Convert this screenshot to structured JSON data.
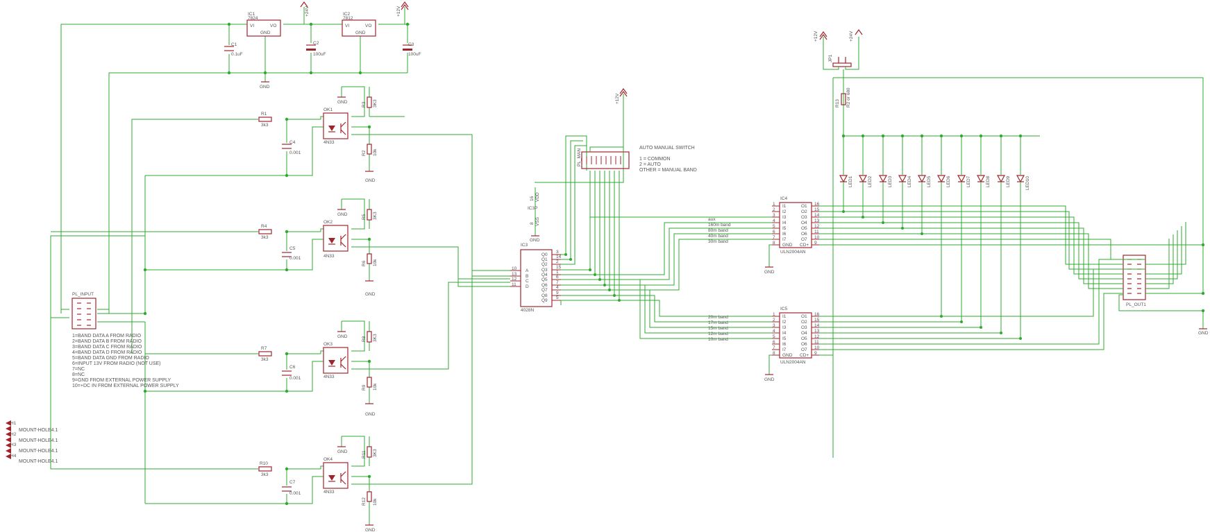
{
  "colors": {
    "wire": "#2faa2f",
    "part": "#a0242c",
    "text": "#555555",
    "background": "#ffffff"
  },
  "regulators": [
    {
      "name": "IC1",
      "value": "7824",
      "pin_in": "VI",
      "pin_out": "VO",
      "pin_gnd": "GND"
    },
    {
      "name": "IC2",
      "value": "7812",
      "pin_in": "VI",
      "pin_out": "VO",
      "pin_gnd": "GND"
    }
  ],
  "caps_power": [
    {
      "name": "C1",
      "value": "0.1uF"
    },
    {
      "name": "C2",
      "value": "100uF"
    },
    {
      "name": "C3",
      "value": "100uF"
    }
  ],
  "supplies": {
    "v24": "+24V",
    "v12": "+12V",
    "gnd": "GND"
  },
  "opto_channels": [
    {
      "r_in": "R1",
      "r_in_val": "3k3",
      "cap": "C4",
      "cap_val": "0.001",
      "opto": "OK1",
      "opto_val": "4N33",
      "r_pull": "R3",
      "r_pull_val": "3K3",
      "r_out": "R2",
      "r_out_val": "10k"
    },
    {
      "r_in": "R4",
      "r_in_val": "3k3",
      "cap": "C5",
      "cap_val": "0.001",
      "opto": "OK2",
      "opto_val": "4N33",
      "r_pull": "R5",
      "r_pull_val": "3K3",
      "r_out": "R6",
      "r_out_val": "10k"
    },
    {
      "r_in": "R7",
      "r_in_val": "3k3",
      "cap": "C6",
      "cap_val": "0.001",
      "opto": "OK3",
      "opto_val": "4N33",
      "r_pull": "R8",
      "r_pull_val": "3K3",
      "r_out": "R9",
      "r_out_val": "10k"
    },
    {
      "r_in": "R10",
      "r_in_val": "3k3",
      "cap": "C7",
      "cap_val": "0.001",
      "opto": "OK4",
      "opto_val": "4N33",
      "r_pull": "R11",
      "r_pull_val": "3K3",
      "r_out": "R12",
      "r_out_val": "10k"
    }
  ],
  "decoder": {
    "name": "IC3",
    "value": "4028N",
    "power_name": "IC3P",
    "inputs": [
      "A",
      "B",
      "C",
      "D"
    ],
    "input_pins": [
      "10",
      "13",
      "12",
      "11"
    ],
    "outputs": [
      "Q0",
      "Q1",
      "Q2",
      "Q3",
      "Q4",
      "Q5",
      "Q6",
      "Q7",
      "Q8",
      "Q9"
    ],
    "output_pins": [
      "3",
      "14",
      "2",
      "15",
      "1",
      "6",
      "7",
      "4",
      "9",
      "5"
    ],
    "vdd": "VDD",
    "vss": "VSS",
    "vdd_pin": "16",
    "vss_pin": "8"
  },
  "switch": {
    "name": "PL_MAN",
    "title": "AUTO MANUAL SWITCH",
    "notes": [
      "1 = COMMON",
      "2 = AUTO",
      "OTHER = MANUAL BAND"
    ]
  },
  "input_connector": {
    "name": "PL_INPUT",
    "notes": [
      "1=BAND DATA A FROM RADIO",
      "2=BAND DATA B FROM RADIO",
      "3=BAND DATA C FROM RADIO",
      "4=BAND DATA D FROM RADIO",
      "5=BAND DATA GND FROM RADIO",
      "6=INPUT 13V FROM RADIO (NOT USE)",
      "7=NC",
      "8=NC",
      "9=GND FROM EXTERNAL POWER SUPPLY",
      "10=+DC IN FROM EXTERNAL POWER SUPPLY"
    ]
  },
  "drivers": [
    {
      "name": "ULN2004AN",
      "ref": "IC4",
      "in_pins": [
        "I1",
        "I2",
        "I3",
        "I4",
        "I5",
        "I6",
        "I7",
        "GND"
      ],
      "out_pins": [
        "O1",
        "O2",
        "O3",
        "O4",
        "O5",
        "O6",
        "O7",
        "CD+"
      ],
      "left_numbers": [
        "1",
        "2",
        "3",
        "4",
        "5",
        "6",
        "7",
        "8"
      ],
      "right_numbers": [
        "16",
        "15",
        "14",
        "13",
        "12",
        "11",
        "10",
        "9"
      ],
      "bands": [
        "aux",
        "160m band",
        "80m band",
        "40m band",
        "30m band"
      ]
    },
    {
      "name": "ULN2004AN",
      "ref": "IC5",
      "in_pins": [
        "I1",
        "I2",
        "I3",
        "I4",
        "I5",
        "I6",
        "I7",
        "GND"
      ],
      "out_pins": [
        "O1",
        "O2",
        "O3",
        "O4",
        "O5",
        "O6",
        "O7",
        "CD+"
      ],
      "left_numbers": [
        "1",
        "2",
        "3",
        "4",
        "5",
        "6",
        "7",
        "8"
      ],
      "right_numbers": [
        "16",
        "15",
        "14",
        "13",
        "12",
        "11",
        "10",
        "9"
      ],
      "bands": [
        "20m band",
        "17m band",
        "15m band",
        "12m band",
        "10m band"
      ]
    }
  ],
  "leds": [
    "LED1",
    "LED2",
    "LED3",
    "LED4",
    "LED5",
    "LED6",
    "LED7",
    "LED8",
    "LED9",
    "LED10"
  ],
  "led_resistor": {
    "name": "R13",
    "value": "R2 or 680"
  },
  "jumper": {
    "name": "JP1"
  },
  "output_connector": {
    "name": "PL_OUT1"
  },
  "mount_holes": [
    {
      "name": "H1",
      "value": "MOUNT-HOLE4.1"
    },
    {
      "name": "H2",
      "value": "MOUNT-HOLE4.1"
    },
    {
      "name": "H3",
      "value": "MOUNT-HOLE4.1"
    },
    {
      "name": "H4",
      "value": "MOUNT-HOLE4.1"
    }
  ]
}
